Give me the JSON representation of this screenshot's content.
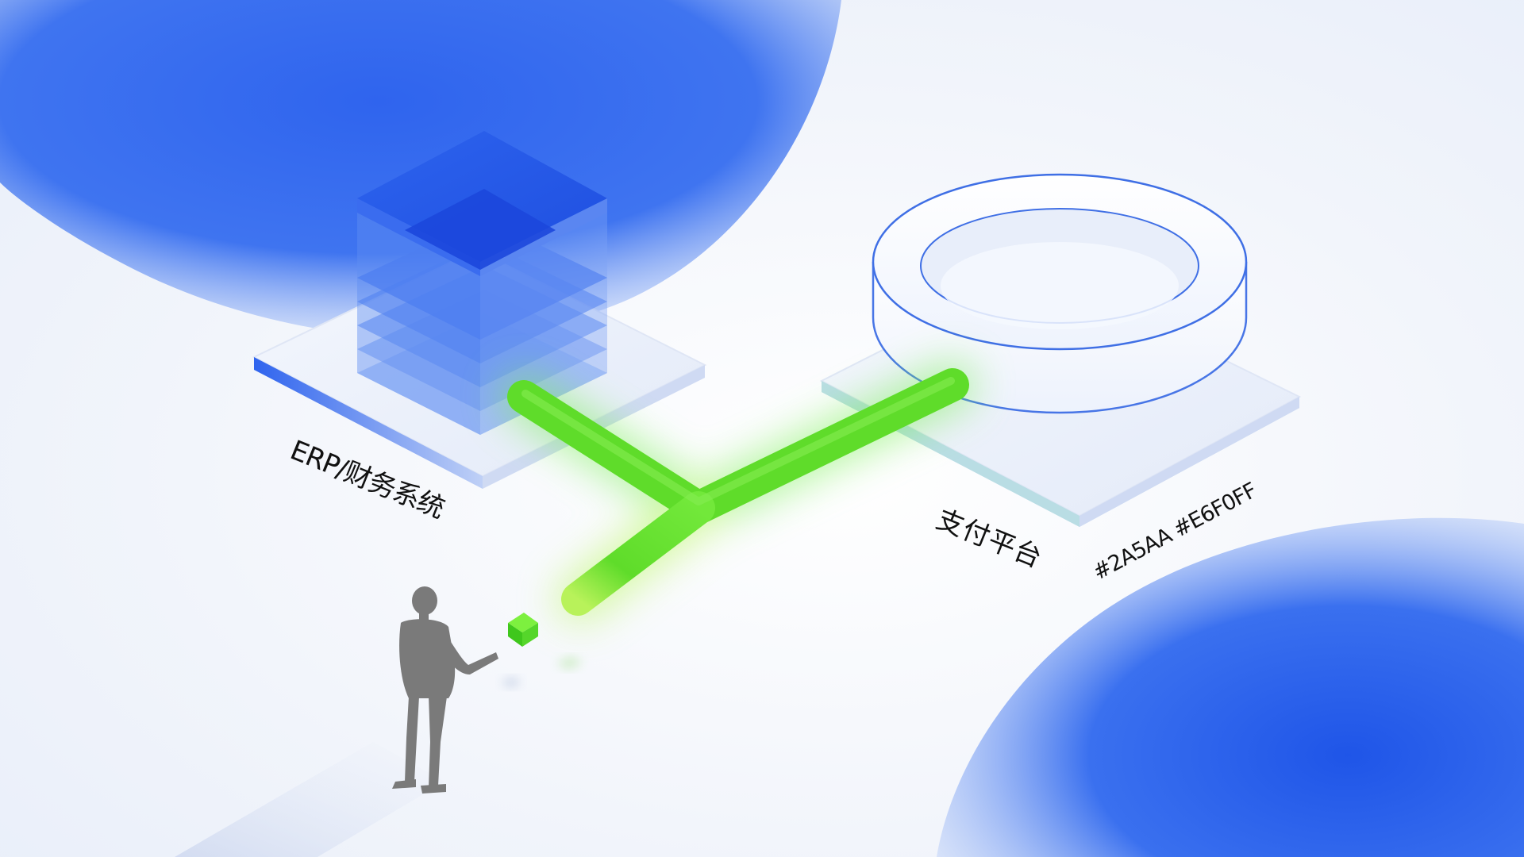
{
  "labels": {
    "erp": "ERP/财务系统",
    "payment": "支付平台",
    "colors": "#2A5AA #E6F0FF"
  },
  "colors": {
    "primary_blue": "#2F6BF0",
    "light_blue": "#E6F0FF",
    "connector_green": "#52D62A",
    "person_gray": "#7a7a7a"
  },
  "icons": {
    "erp": "stacked-layers-icon",
    "payment": "ring-icon",
    "data_packet": "cube-icon",
    "person": "person-icon"
  }
}
